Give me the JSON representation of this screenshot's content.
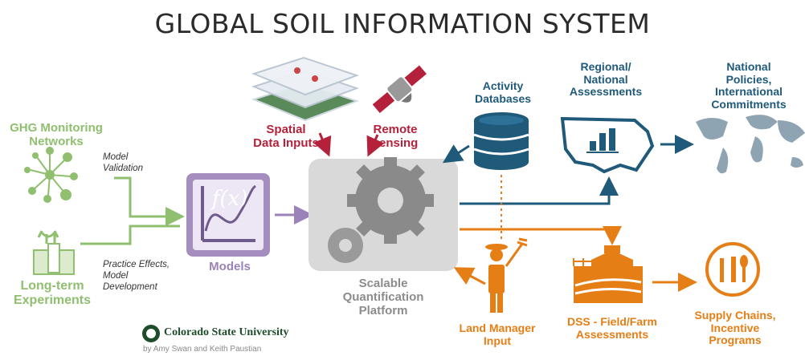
{
  "title": "GLOBAL SOIL INFORMATION SYSTEM",
  "nodes": {
    "ghg": "GHG Monitoring\nNetworks",
    "longterm": "Long-term\nExperiments",
    "models": "Models",
    "spatial": "Spatial\nData Inputs",
    "remote": "Remote\nsensing",
    "activity": "Activity\nDatabases",
    "regional": "Regional/\nNational\nAssessments",
    "policies": "National\nPolicies,\nInternational\nCommitments",
    "platform": "Scalable\nQuantification\nPlatform",
    "landmanager": "Land Manager\nInput",
    "dss": "DSS - Field/Farm\nAssessments",
    "supply": "Supply Chains,\nIncentive\nPrograms"
  },
  "annotations": {
    "validation": "Model\nValidation",
    "practice": "Practice Effects,\nModel\nDevelopment"
  },
  "models_formula": "f(x)",
  "footer": {
    "university": "Colorado State University",
    "credit": "by Amy Swan and Keith Paustian"
  },
  "colors": {
    "green": "#8fbf6f",
    "purple": "#9b82b8",
    "red": "#b5213a",
    "blue": "#1f5a7a",
    "orange": "#e67e16",
    "grey": "#8c8c8c"
  }
}
